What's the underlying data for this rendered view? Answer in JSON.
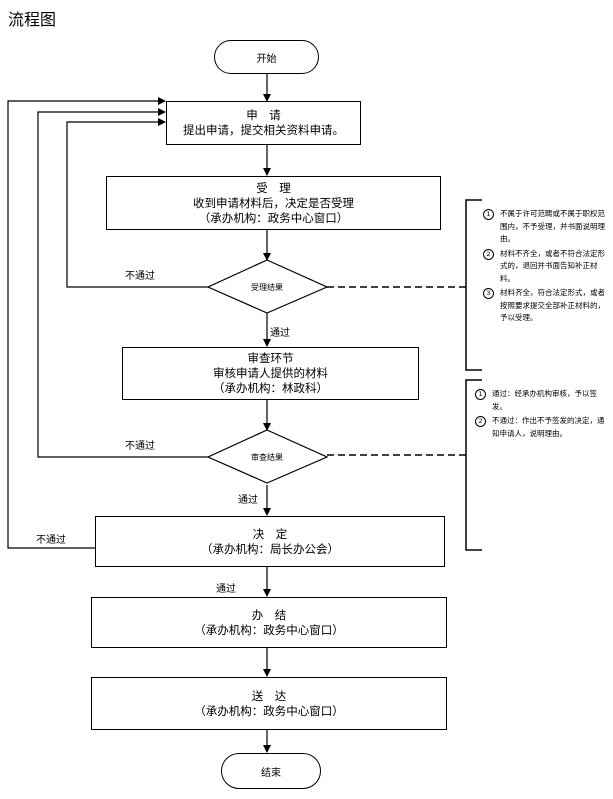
{
  "title": "流程图",
  "start": "开始",
  "end": "结束",
  "steps": {
    "apply": {
      "title": "申　请",
      "lines": [
        "提出申请，提交相关资料申请。"
      ]
    },
    "accept": {
      "title": "受　理",
      "lines": [
        "收到申请材料后，决定是否受理",
        "（承办机构：政务中心窗口）"
      ]
    },
    "review": {
      "title": "审查环节",
      "lines": [
        "审核申请人提供的材料",
        "（承办机构：林政科）"
      ]
    },
    "decide": {
      "title": "决　定",
      "lines": [
        "（承办机构：局长办公会）"
      ]
    },
    "finish": {
      "title": "办　结",
      "lines": [
        "（承办机构：政务中心窗口）"
      ]
    },
    "deliver": {
      "title": "送　达",
      "lines": [
        "（承办机构：政务中心窗口）"
      ]
    }
  },
  "decisions": {
    "accept_result": "受理结果",
    "review_result": "审查结果"
  },
  "edge_labels": {
    "pass": "通过",
    "fail": "不通过"
  },
  "notes": {
    "accept": [
      {
        "num": "1",
        "text": "不属于许可范畴或不属于职权范围内，不予受理，并书面说明理由。"
      },
      {
        "num": "2",
        "text": "材料不齐全，或者不符合法定形式的，退回并书面告知补正材料。"
      },
      {
        "num": "3",
        "text": "材料齐全，符合法定形式，或者按照要求提交全部补正材料的，予以受理。"
      }
    ],
    "review": [
      {
        "num": "1",
        "text": "通过：经承办机构审核，予以签发。"
      },
      {
        "num": "2",
        "text": "不通过：作出不予签发的决定，通知申请人，说明理由。"
      }
    ]
  }
}
